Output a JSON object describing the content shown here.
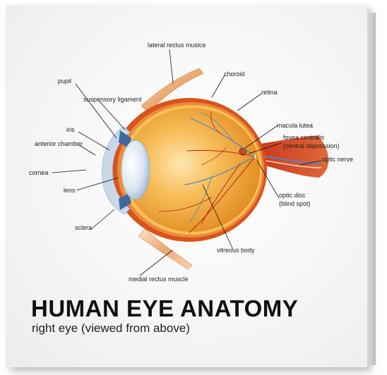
{
  "title": "HUMAN EYE ANATOMY",
  "subtitle": "right eye (viewed from above)",
  "labels": {
    "lateral_rectus": "lateral rectus muslce",
    "choroid": "choroid",
    "retina": "retina",
    "pupil": "pupil",
    "suspensory_ligament": "suspensory ligament",
    "iris": "iris",
    "anterior_chamber": "anterior chamber",
    "cornea": "cornea",
    "lens": "lens",
    "sclera": "sclera",
    "macula_lutea": "macula lutea",
    "fovea_line1": "fovea centralis",
    "fovea_line2": "(central depression)",
    "optic_nerve": "optic nerve",
    "optic_disc_line1": "optic disc",
    "optic_disc_line2": "(blind spot)",
    "vitreous_body": "vitreous body",
    "medial_rectus": "medial rectus muscle"
  },
  "colors": {
    "sclera": "#d9541c",
    "eyeball": "#f2a233",
    "vitreous_highlight": "#fde7b0",
    "retina_layer": "#f7c15a",
    "muscle": "#e9a66e",
    "iris": "#7fa0c4",
    "lens": "#c9d9ea",
    "vein": "#4a86c8",
    "artery": "#b8260f"
  }
}
